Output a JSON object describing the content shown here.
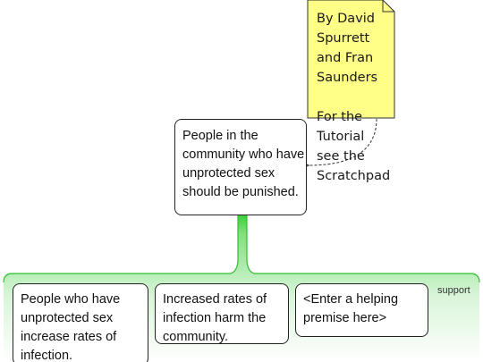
{
  "note": {
    "text": "By David Spurrett\nand Fran Saunders\n\nFor the Tutorial\nsee the\nScratchpad"
  },
  "claim": {
    "text": "People in the community who have unprotected sex should be punished."
  },
  "reason": {
    "label": "support",
    "premises": [
      "People who have unprotected sex increase rates of infection.",
      "Increased rates of infection harm the community.",
      "<Enter a helping premise here>"
    ]
  },
  "colors": {
    "note_fill": "#ffff88",
    "support_green": "#3dcf3d",
    "support_fade": "#ffffff",
    "box_border": "#222222"
  }
}
